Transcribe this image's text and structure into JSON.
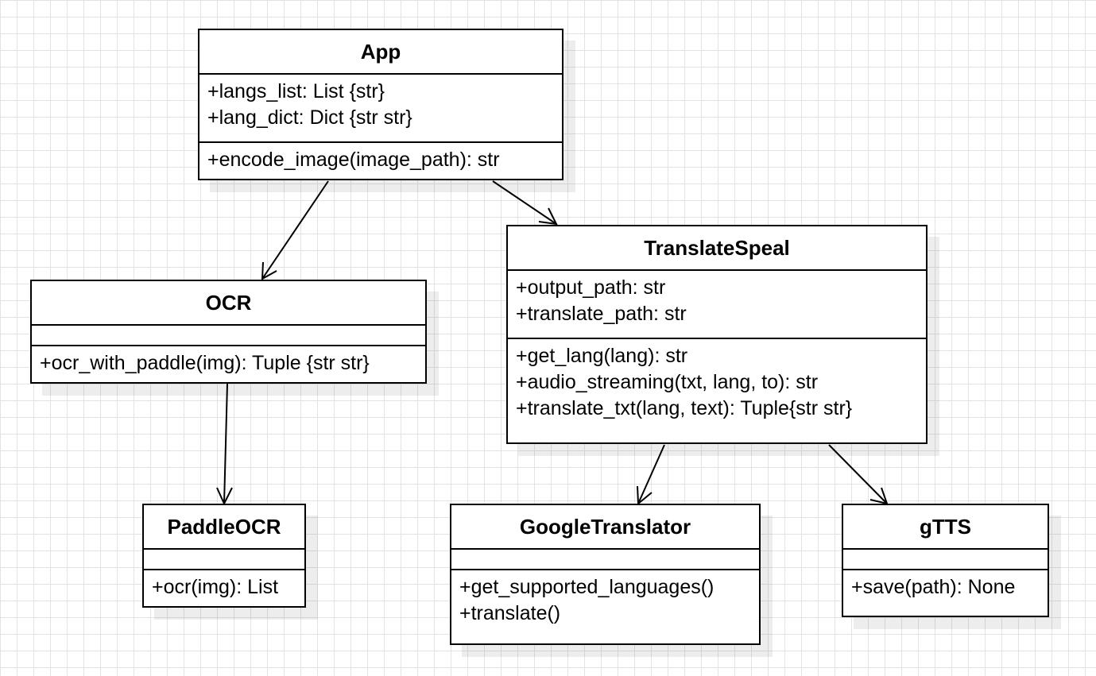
{
  "classes": {
    "app": {
      "name": "App",
      "attributes": [
        "+langs_list: List {str}",
        "+lang_dict: Dict {str str}"
      ],
      "methods": [
        "+encode_image(image_path): str"
      ]
    },
    "ocr": {
      "name": "OCR",
      "attributes": [],
      "methods": [
        "+ocr_with_paddle(img): Tuple {str str}"
      ]
    },
    "translate_speal": {
      "name": "TranslateSpeal",
      "attributes": [
        "+output_path: str",
        "+translate_path: str"
      ],
      "methods": [
        "+get_lang(lang): str",
        "+audio_streaming(txt, lang, to): str",
        "+translate_txt(lang, text): Tuple{str str}"
      ]
    },
    "paddle_ocr": {
      "name": "PaddleOCR",
      "attributes": [],
      "methods": [
        "+ocr(img): List"
      ]
    },
    "google_translator": {
      "name": "GoogleTranslator",
      "attributes": [],
      "methods": [
        "+get_supported_languages()",
        "+translate()"
      ]
    },
    "gtts": {
      "name": "gTTS",
      "attributes": [],
      "methods": [
        "+save(path): None"
      ]
    }
  },
  "associations": [
    {
      "from": "App",
      "to": "OCR"
    },
    {
      "from": "App",
      "to": "TranslateSpeal"
    },
    {
      "from": "OCR",
      "to": "PaddleOCR"
    },
    {
      "from": "TranslateSpeal",
      "to": "GoogleTranslator"
    },
    {
      "from": "TranslateSpeal",
      "to": "gTTS"
    }
  ]
}
